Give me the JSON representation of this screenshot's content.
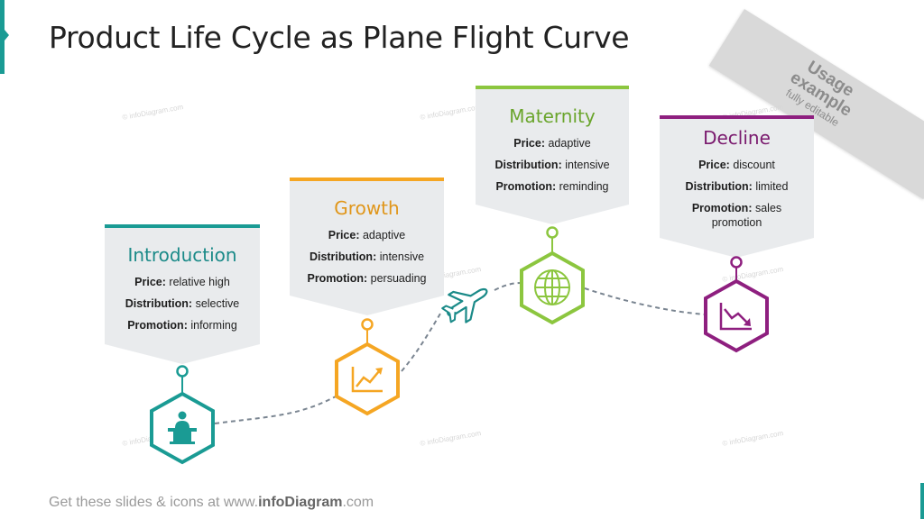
{
  "title": "Product Life Cycle as Plane Flight Curve",
  "corner_badge": {
    "line1": "Usage",
    "line2": "example",
    "line3": "fully editable"
  },
  "watermark_text": "© infoDiagram.com",
  "colors": {
    "introduction": "#1a9b94",
    "growth": "#f5a623",
    "maturity": "#8cc63f",
    "decline": "#8e1f7f",
    "card_bg": "#e9ebed",
    "path": "#7a8591"
  },
  "stages": [
    {
      "id": "introduction",
      "title": "Introduction",
      "icon": "presenter-podium-icon",
      "price_label": "Price:",
      "price": "relative high",
      "distribution_label": "Distribution:",
      "distribution": "selective",
      "promotion_label": "Promotion:",
      "promotion": "informing"
    },
    {
      "id": "growth",
      "title": "Growth",
      "icon": "rising-chart-icon",
      "price_label": "Price:",
      "price": "adaptive",
      "distribution_label": "Distribution:",
      "distribution": "intensive",
      "promotion_label": "Promotion:",
      "promotion": "persuading"
    },
    {
      "id": "maturity",
      "title": "Maternity",
      "icon": "globe-icon",
      "price_label": "Price:",
      "price": "adaptive",
      "distribution_label": "Distribution:",
      "distribution": "intensive",
      "promotion_label": "Promotion:",
      "promotion": "reminding"
    },
    {
      "id": "decline",
      "title": "Decline",
      "icon": "falling-chart-icon",
      "price_label": "Price:",
      "price": "discount",
      "distribution_label": "Distribution:",
      "distribution": "limited",
      "promotion_label": "Promotion:",
      "promotion": "sales promotion"
    }
  ],
  "plane_icon": "airplane-icon",
  "footer": {
    "prefix": "Get these slides  & icons  at www.",
    "brand": "infoDiagram",
    "suffix": ".com"
  }
}
